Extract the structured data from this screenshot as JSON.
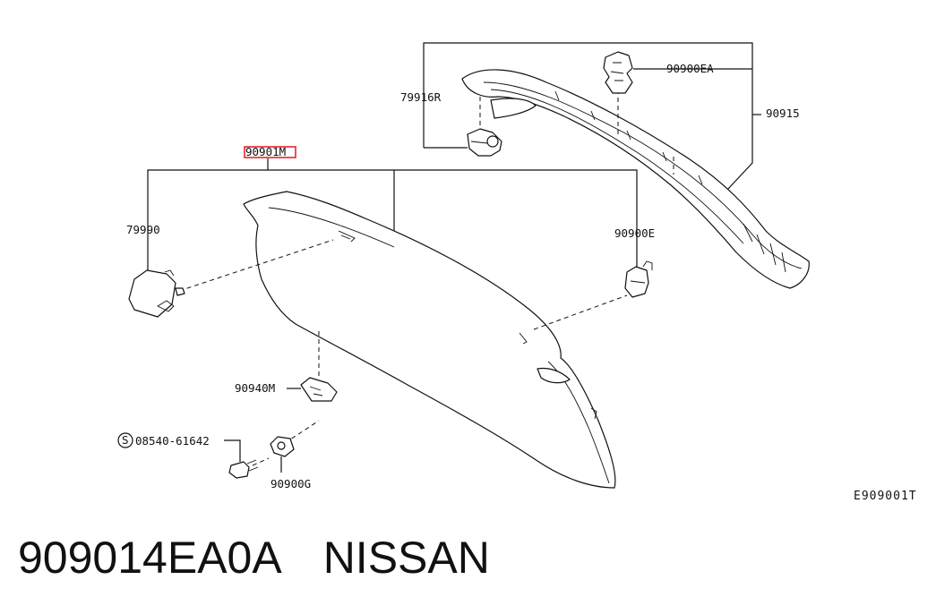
{
  "diagram": {
    "labels": {
      "part_90901M": "90901M",
      "part_79916R": "79916R",
      "part_90900EA": "90900EA",
      "part_90915": "90915",
      "part_79990": "79990",
      "part_90900E": "90900E",
      "part_90940M": "90940M",
      "part_08540": "08540-61642",
      "screw_symbol": "S",
      "part_90900G": "90900G"
    },
    "reference_code": "E909001T",
    "highlight_color": "#e0282e",
    "line_color": "#111111"
  },
  "footer": {
    "part_number": "909014EA0A",
    "brand": "NISSAN"
  }
}
